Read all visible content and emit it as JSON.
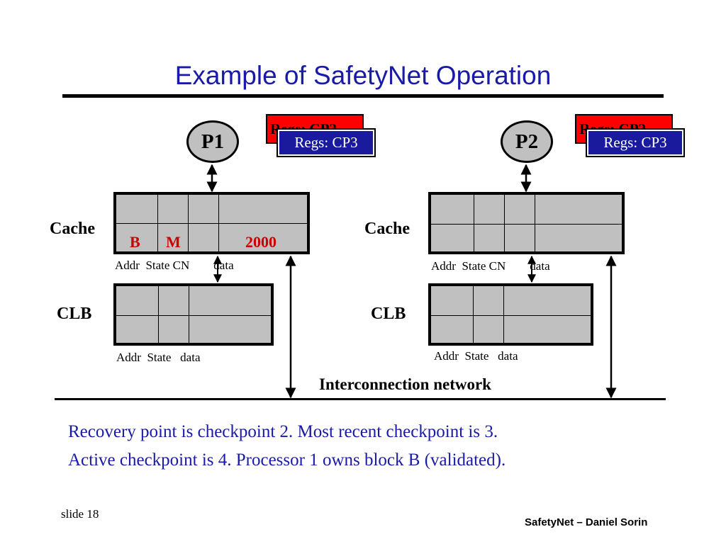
{
  "title": "Example of SafetyNet Operation",
  "processors": [
    {
      "name": "P1",
      "reg_back": "Regs: CP2",
      "reg_front": "Regs: CP3",
      "cache_label": "Cache",
      "cache_row": {
        "addr": "B",
        "state": "M",
        "cn": "",
        "data": "2000"
      },
      "cache_cols": "Addr  State CN        data",
      "clb_label": "CLB",
      "clb_cols": "Addr  State   data"
    },
    {
      "name": "P2",
      "reg_back": "Regs: CP2",
      "reg_front": "Regs: CP3",
      "cache_label": "Cache",
      "cache_row": {
        "addr": "",
        "state": "",
        "cn": "",
        "data": ""
      },
      "cache_cols": "Addr  State CN        data",
      "clb_label": "CLB",
      "clb_cols": "Addr  State   data"
    }
  ],
  "network_label": "Interconnection network",
  "description": [
    "Recovery point is checkpoint 2.  Most recent checkpoint is 3.",
    "Active checkpoint is 4.  Processor 1 owns block B (validated)."
  ],
  "footer": {
    "slide": "slide 18",
    "credit": "SafetyNet – Daniel Sorin"
  },
  "colors": {
    "title": "#1a1aa8",
    "text": "#1a1aa8",
    "cell_highlight": "#cc0000",
    "register_front": "#1a1a9c",
    "register_back": "#ff0000",
    "table_fill": "#c0c0c0"
  }
}
